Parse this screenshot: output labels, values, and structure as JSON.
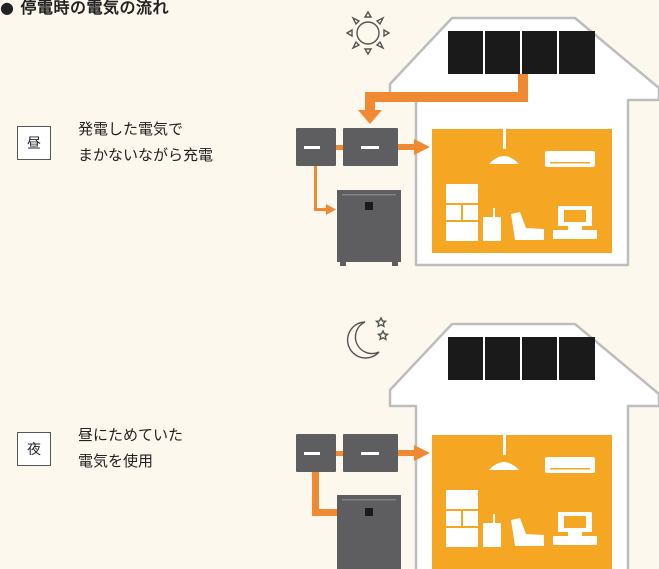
{
  "header": {
    "title": "● 停電時の電気の流れ"
  },
  "day": {
    "mode_label": "昼",
    "desc_line1": "発電した電気で",
    "desc_line2": "まかないながら充電",
    "sky_icon": "sun-icon"
  },
  "night": {
    "mode_label": "夜",
    "desc_line1": "昼にためていた",
    "desc_line2": "電気を使用",
    "sky_icon": "moon-stars-icon"
  },
  "colors": {
    "background": "#fdf8ee",
    "flow_arrow": "#f08a32",
    "house_interior": "#f5a623",
    "house_outline": "#bdbdbd",
    "solar_panel": "#1a1a1a",
    "device_gray": "#5e5e60"
  }
}
